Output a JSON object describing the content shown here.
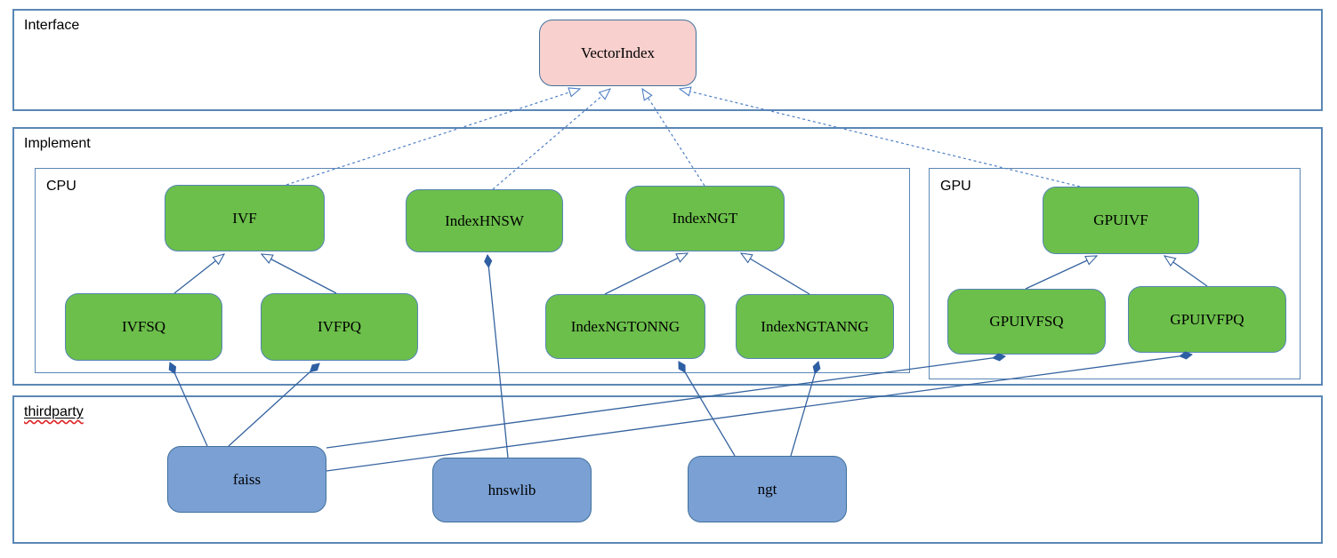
{
  "diagram": {
    "containers": {
      "interface": {
        "label": "Interface"
      },
      "implement": {
        "label": "Implement"
      },
      "cpu": {
        "label": "CPU"
      },
      "gpu": {
        "label": "GPU"
      },
      "thirdparty": {
        "label": "thirdparty"
      }
    },
    "nodes": {
      "vectorindex": {
        "label": "VectorIndex",
        "kind": "interface"
      },
      "ivf": {
        "label": "IVF",
        "kind": "cpu-implementation"
      },
      "indexhnsw": {
        "label": "IndexHNSW",
        "kind": "cpu-implementation"
      },
      "indexngt": {
        "label": "IndexNGT",
        "kind": "cpu-implementation"
      },
      "ivfsq": {
        "label": "IVFSQ",
        "kind": "cpu-implementation"
      },
      "ivfpq": {
        "label": "IVFPQ",
        "kind": "cpu-implementation"
      },
      "indexngtonng": {
        "label": "IndexNGTONNG",
        "kind": "cpu-implementation"
      },
      "indexngtanng": {
        "label": "IndexNGTANNG",
        "kind": "cpu-implementation"
      },
      "gpuivf": {
        "label": "GPUIVF",
        "kind": "gpu-implementation"
      },
      "gpuivfsq": {
        "label": "GPUIVFSQ",
        "kind": "gpu-implementation"
      },
      "gpuivfpq": {
        "label": "GPUIVFPQ",
        "kind": "gpu-implementation"
      },
      "faiss": {
        "label": "faiss",
        "kind": "thirdparty-lib"
      },
      "hnswlib": {
        "label": "hnswlib",
        "kind": "thirdparty-lib"
      },
      "ngt": {
        "label": "ngt",
        "kind": "thirdparty-lib"
      }
    },
    "edges": [
      {
        "from": "ivf",
        "to": "vectorindex",
        "type": "realization-dashed-hollow-arrow"
      },
      {
        "from": "indexhnsw",
        "to": "vectorindex",
        "type": "realization-dashed-hollow-arrow"
      },
      {
        "from": "indexngt",
        "to": "vectorindex",
        "type": "realization-dashed-hollow-arrow"
      },
      {
        "from": "gpuivf",
        "to": "vectorindex",
        "type": "realization-dashed-hollow-arrow"
      },
      {
        "from": "ivfsq",
        "to": "ivf",
        "type": "inheritance-hollow-arrow"
      },
      {
        "from": "ivfpq",
        "to": "ivf",
        "type": "inheritance-hollow-arrow"
      },
      {
        "from": "indexngtonng",
        "to": "indexngt",
        "type": "inheritance-hollow-arrow"
      },
      {
        "from": "indexngtanng",
        "to": "indexngt",
        "type": "inheritance-hollow-arrow"
      },
      {
        "from": "gpuivfsq",
        "to": "gpuivf",
        "type": "inheritance-hollow-arrow"
      },
      {
        "from": "gpuivfpq",
        "to": "gpuivf",
        "type": "inheritance-hollow-arrow"
      },
      {
        "from": "faiss",
        "to": "ivfsq",
        "type": "composition-filled-diamond"
      },
      {
        "from": "faiss",
        "to": "ivfpq",
        "type": "composition-filled-diamond"
      },
      {
        "from": "faiss",
        "to": "gpuivfsq",
        "type": "composition-filled-diamond"
      },
      {
        "from": "faiss",
        "to": "gpuivfpq",
        "type": "composition-filled-diamond"
      },
      {
        "from": "hnswlib",
        "to": "indexhnsw",
        "type": "composition-filled-diamond"
      },
      {
        "from": "ngt",
        "to": "indexngtonng",
        "type": "composition-filled-diamond"
      },
      {
        "from": "ngt",
        "to": "indexngtanng",
        "type": "composition-filled-diamond"
      }
    ],
    "colors": {
      "implementation_node_fill": "#6cbf4b",
      "interface_node_fill": "#f8d0cd",
      "thirdparty_node_fill": "#7aa0d4",
      "container_border": "#5b87b5",
      "connector_line": "#35639f",
      "spellcheck_squiggle": "#d22222"
    }
  }
}
